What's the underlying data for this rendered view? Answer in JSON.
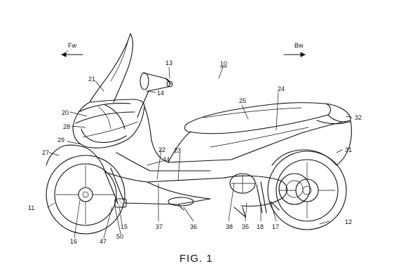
{
  "figure": {
    "caption": "FIG. 1",
    "directions": {
      "forward": "Fw",
      "backward": "Bw"
    },
    "labels": {
      "l10": "10",
      "l11": "11",
      "l12": "12",
      "l13": "13",
      "l14": "14",
      "l15": "15",
      "l16": "16",
      "l17": "17",
      "l18": "18",
      "l20": "20",
      "l21": "21",
      "l22": "22",
      "l23": "23",
      "l24": "24",
      "l25": "25",
      "l27": "27",
      "l28": "28",
      "l29": "29",
      "l31": "31",
      "l32": "32",
      "l35": "35",
      "l36": "36",
      "l37": "37",
      "l38": "38",
      "l44": "44",
      "l47": "47",
      "l50": "50"
    }
  }
}
